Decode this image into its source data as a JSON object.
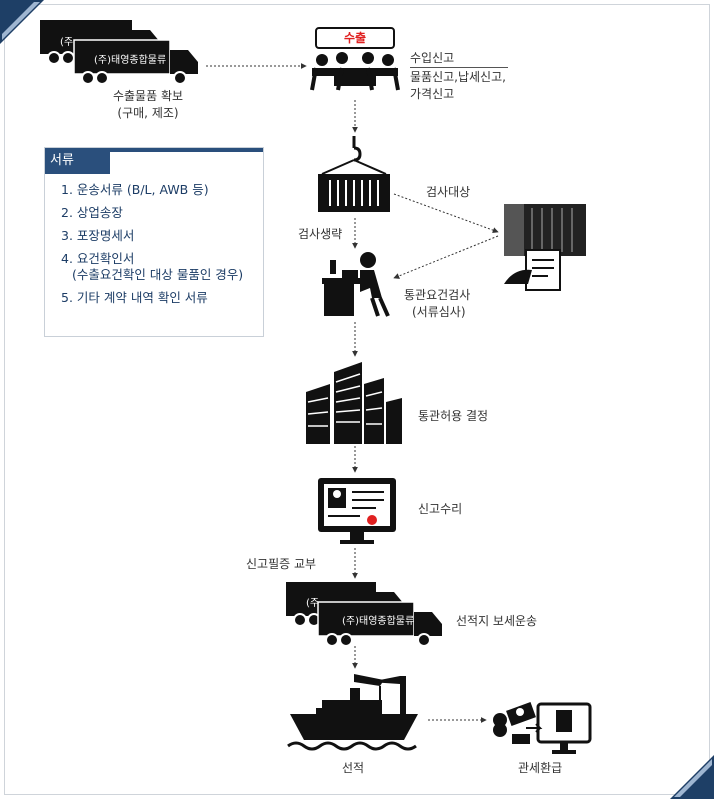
{
  "stages": {
    "secure_goods": {
      "label": "수출물품 확보",
      "sub": "(구매, 제조)"
    },
    "export_badge": "수출",
    "declaration": {
      "line1": "수입신고",
      "line2": "물품신고,납세신고,",
      "line3": "가격신고"
    },
    "inspect_target": "검사대상",
    "inspect_skip": "검사생략",
    "customs_check": {
      "line1": "통관요건검사",
      "line2": "(서류심사)"
    },
    "clearance": "통관허용 결정",
    "acceptance": "신고수리",
    "certificate": "신고필증 교부",
    "bonded_transport": "선적지 보세운송",
    "shipping": "선적",
    "refund": "관세환급"
  },
  "truck_text": {
    "front": "(주)태영종합물류",
    "back": "(주"
  },
  "documents": {
    "title": "서류",
    "items": [
      {
        "text": "1. 운송서류 (B/L, AWB 등)"
      },
      {
        "text": "2. 상업송장"
      },
      {
        "text": "3. 포장명세서"
      },
      {
        "text": "4. 요건확인서",
        "sub": "(수출요건확인 대상 물품인 경우)"
      },
      {
        "text": "5. 기타 계약 내역 확인 서류"
      }
    ]
  },
  "colors": {
    "accent": "#2a4f7c",
    "badge": "#e02020",
    "icon": "#111111"
  }
}
